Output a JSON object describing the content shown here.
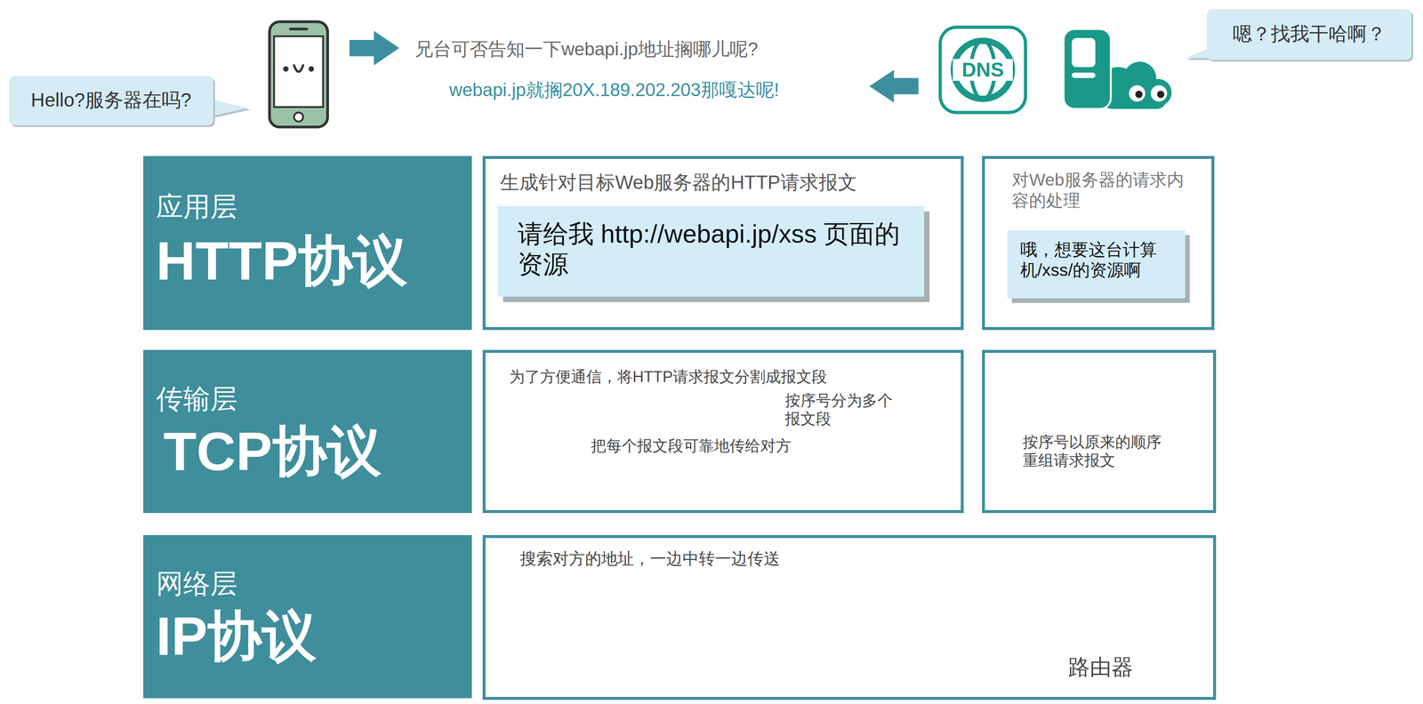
{
  "diagram": {
    "nodes": [
      {
        "text": [
          "Hello?服务器在吗?"
        ]
      },
      {
        "text": [
          "嗯？找我干哈啊？"
        ]
      },
      {
        "text": [
          "应用层",
          "HTTP协议"
        ]
      },
      {
        "text": [
          "生成针对目标Web服务器的HTTP请求报文"
        ]
      },
      {
        "text": [
          "请给我 http://webapi.jp/xss 页面的资源"
        ],
        "in": 3
      },
      {
        "text": [
          "对Web服务器的请求内容的处理"
        ]
      },
      {
        "text": [
          "哦，想要这台计算机/xss/的资源啊"
        ],
        "in": 5
      },
      {
        "text": [
          "传输层",
          "TCP协议"
        ]
      },
      {
        "text": [
          "为了方便通信，将HTTP请求报文分割成报文段",
          "按序号分为多个报文段",
          "把每个报文段可靠地传给对方"
        ]
      },
      {
        "text": [
          "按序号以原来的顺序重组请求报文"
        ]
      },
      {
        "text": [
          "网络层",
          "IP协议"
        ]
      },
      {
        "text": [
          "搜索对方的地址，一边中转一边传送",
          "路由器"
        ]
      }
    ],
    "labels": [
      "兄台可否告知一下webapi.jp地址搁哪儿呢?",
      "webapi.jp就搁20X.189.202.203那嘎达呢!",
      "DNS"
    ]
  }
}
